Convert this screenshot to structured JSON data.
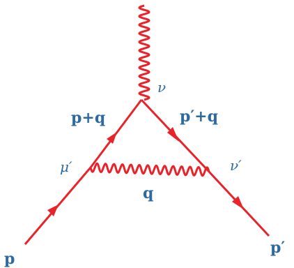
{
  "diagram": {
    "colors": {
      "line": "#e8232a",
      "label": "#2d6a9f",
      "background": "#ffffff"
    },
    "labels": {
      "p_in": "p",
      "p_out": "p′",
      "p_plus_q": "p+q",
      "pprime_plus_q": "p′+q",
      "q": "q",
      "nu": "ν",
      "mu_prime": "μ′",
      "nu_prime": "ν′"
    }
  }
}
